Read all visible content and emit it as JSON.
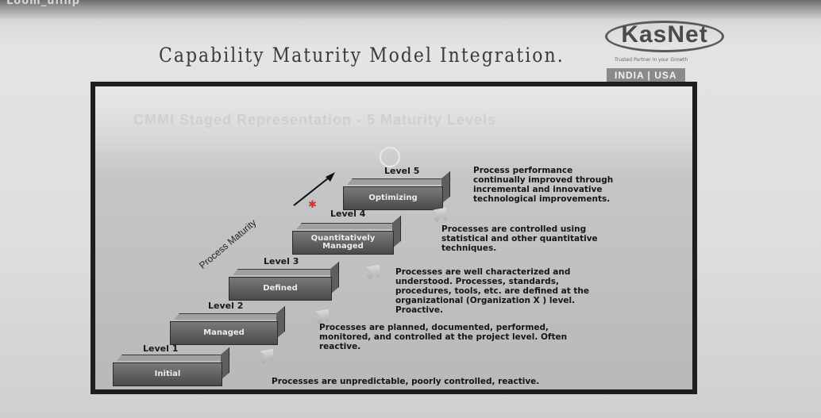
{
  "corner_text": "Loom_uiinp",
  "title": "Capability Maturity Model Integration.",
  "logo": {
    "name": "KasNet",
    "tagline": "Trusted Partner in your Growth",
    "region": "INDIA | USA"
  },
  "slide": {
    "heading": "CMMI Staged Representation - 5 Maturity Levels",
    "axis_label": "Process Maturity",
    "levels": [
      {
        "level": "Level 1",
        "name": "Initial",
        "description": "Processes are unpredictable, poorly controlled, reactive."
      },
      {
        "level": "Level 2",
        "name": "Managed",
        "description": "Processes are planned, documented, performed,\nmonitored, and controlled at the project level. Often\nreactive."
      },
      {
        "level": "Level 3",
        "name": "Defined",
        "description": "Processes are well characterized and\nunderstood. Processes, standards,\nprocedures, tools, etc. are defined at the\norganizational (Organization X ) level.\nProactive."
      },
      {
        "level": "Level 4",
        "name": "Quantitatively Managed",
        "description": "Processes are controlled using\nstatistical and other quantitative\ntechniques."
      },
      {
        "level": "Level 5",
        "name": "Optimizing",
        "description": "Process performance\ncontinually improved through\nincremental and innovative\ntechnological improvements."
      }
    ]
  }
}
